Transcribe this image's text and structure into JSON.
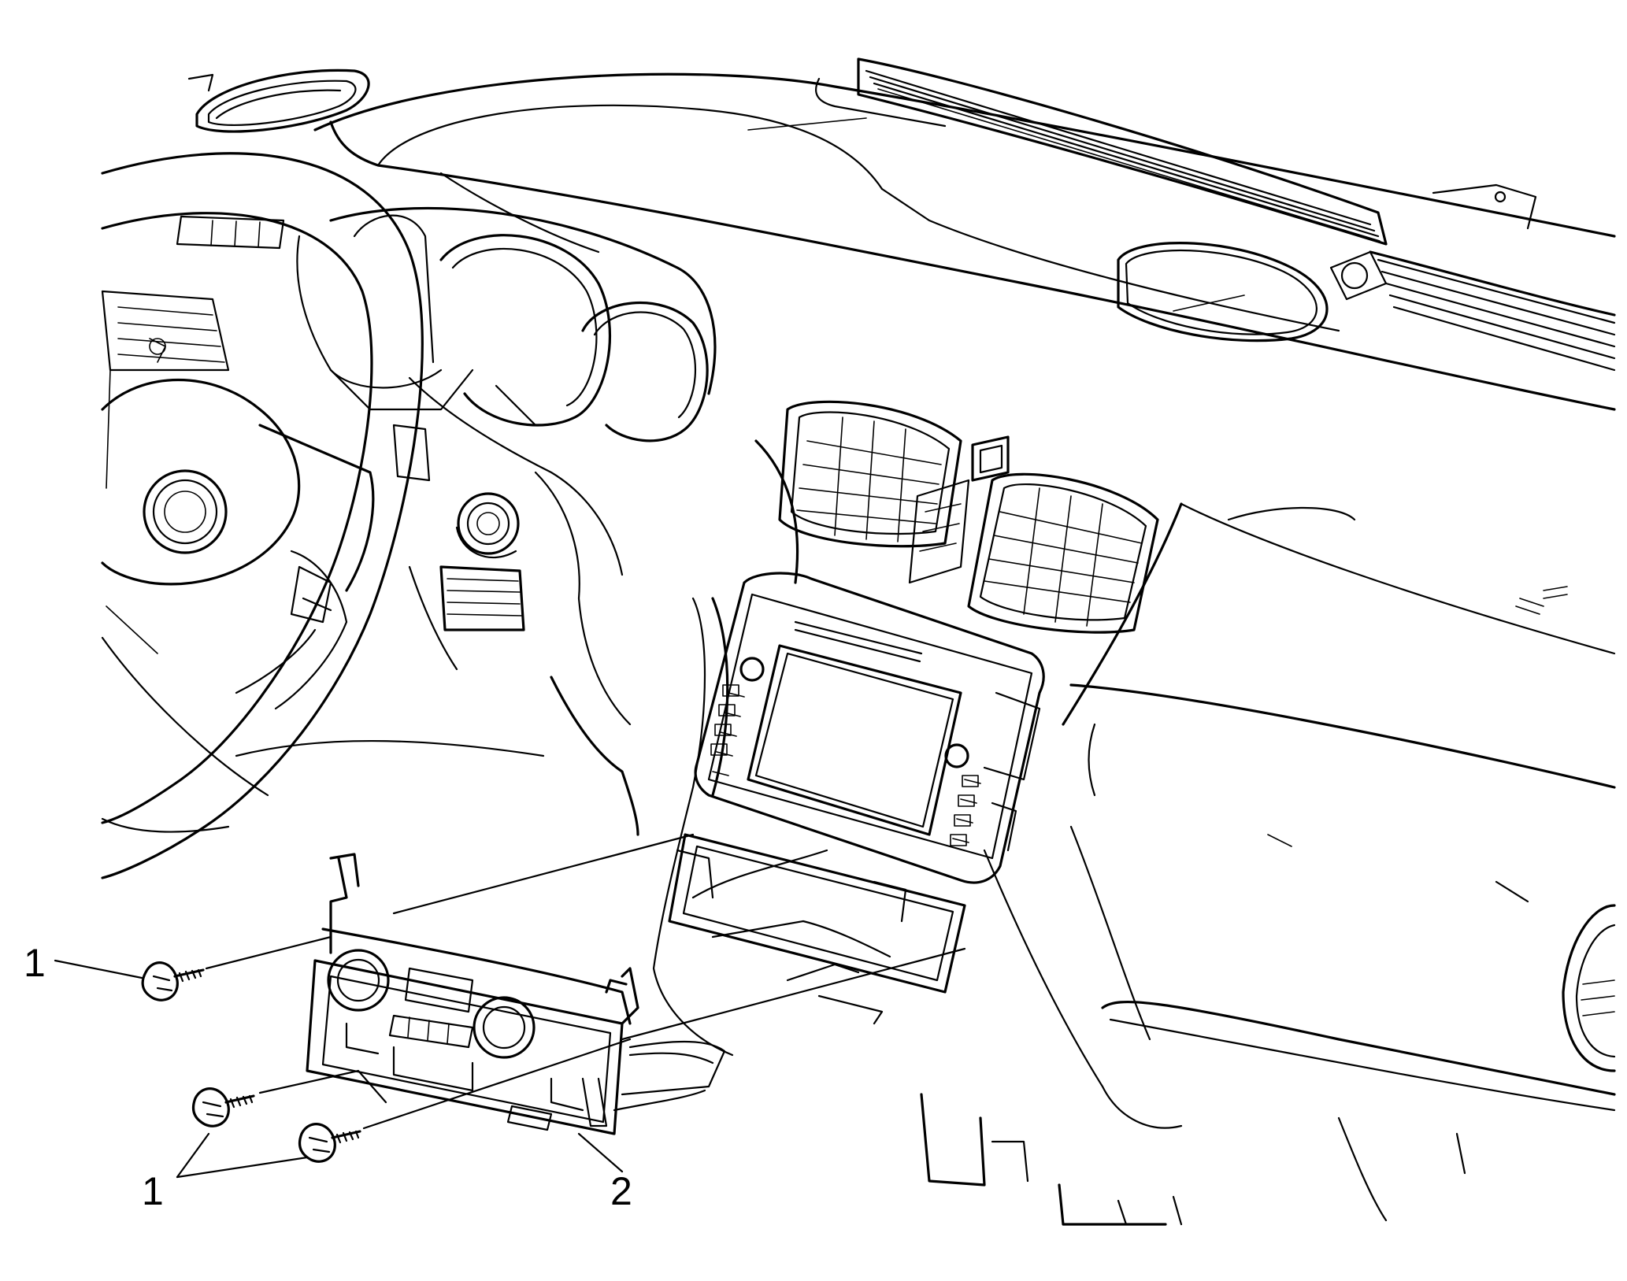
{
  "callouts": [
    {
      "id": "upper-fastener",
      "label": "1"
    },
    {
      "id": "lower-fasteners",
      "label": "1"
    },
    {
      "id": "hvac-control-module",
      "label": "2"
    }
  ]
}
